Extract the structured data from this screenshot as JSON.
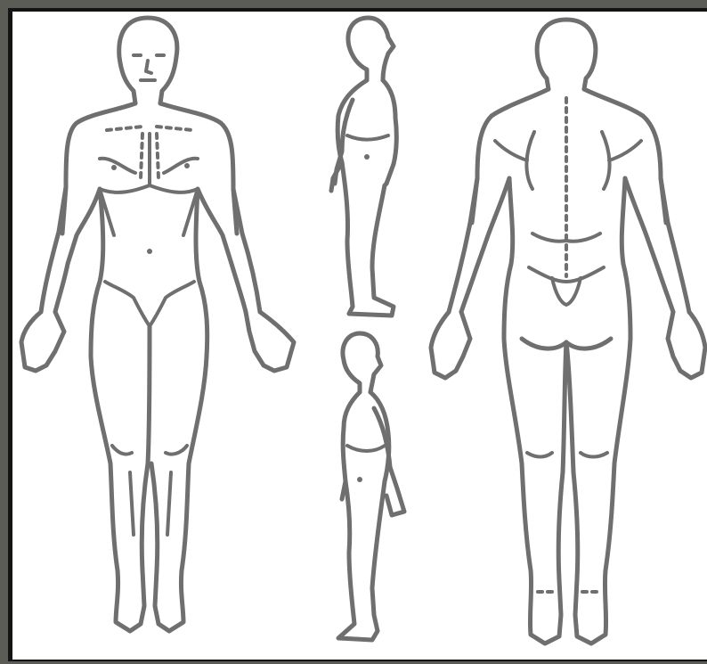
{
  "figure": {
    "ink_color": "#6f6f6f",
    "paper_color": "#ffffff",
    "frame_color": "#5b5c55",
    "views": [
      "front",
      "side-right",
      "side-left",
      "back"
    ]
  }
}
